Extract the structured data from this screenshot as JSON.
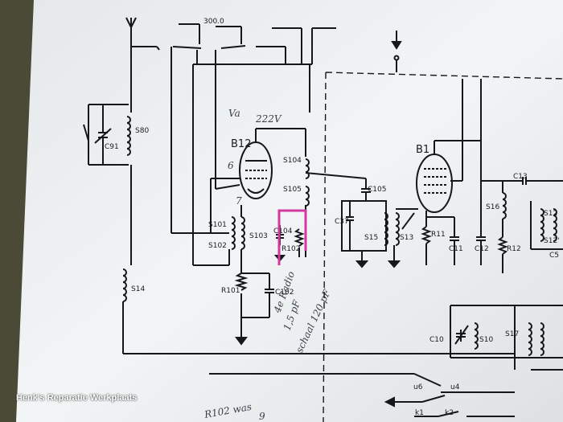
{
  "watermark": "Henk's Reparatie Werkplaats",
  "tubes": {
    "b12": "B12",
    "b1": "B1"
  },
  "components": {
    "s80": "S80",
    "c91": "C91",
    "s14": "S14",
    "s104": "S104",
    "s105": "S105",
    "c105": "C105",
    "c37": "C37",
    "s15": "S15",
    "s13": "S13",
    "r11": "R11",
    "c11": "C11",
    "c12": "C12",
    "s16": "S16",
    "r12": "R12",
    "c13": "C13",
    "s12a": "S12",
    "s12b": "S12'",
    "c5": "C5",
    "s101": "S101",
    "s102": "S102",
    "s103": "S103",
    "c104": "C104",
    "r102a": "R102",
    "r101": "R101",
    "c102": "C102",
    "c10": "C10",
    "s10": "S10",
    "s17": "S17",
    "u6": "u6",
    "u4": "u4",
    "k1": "k1",
    "k2": "k2",
    "switch300": "300.0"
  },
  "annotations": {
    "va": "Va",
    "v222": "222V",
    "six": "6",
    "seven": "7",
    "note1": "4e Radio",
    "note2": "1,5 pF",
    "note3": "schaal 120 pF",
    "note4": "R102 was",
    "note5": "9"
  },
  "colors": {
    "paper": "#eef1f2",
    "ink": "#16171a",
    "pencil": "#3a3f4a",
    "marker": "#d23aa0",
    "background": "#3a3c2e"
  }
}
